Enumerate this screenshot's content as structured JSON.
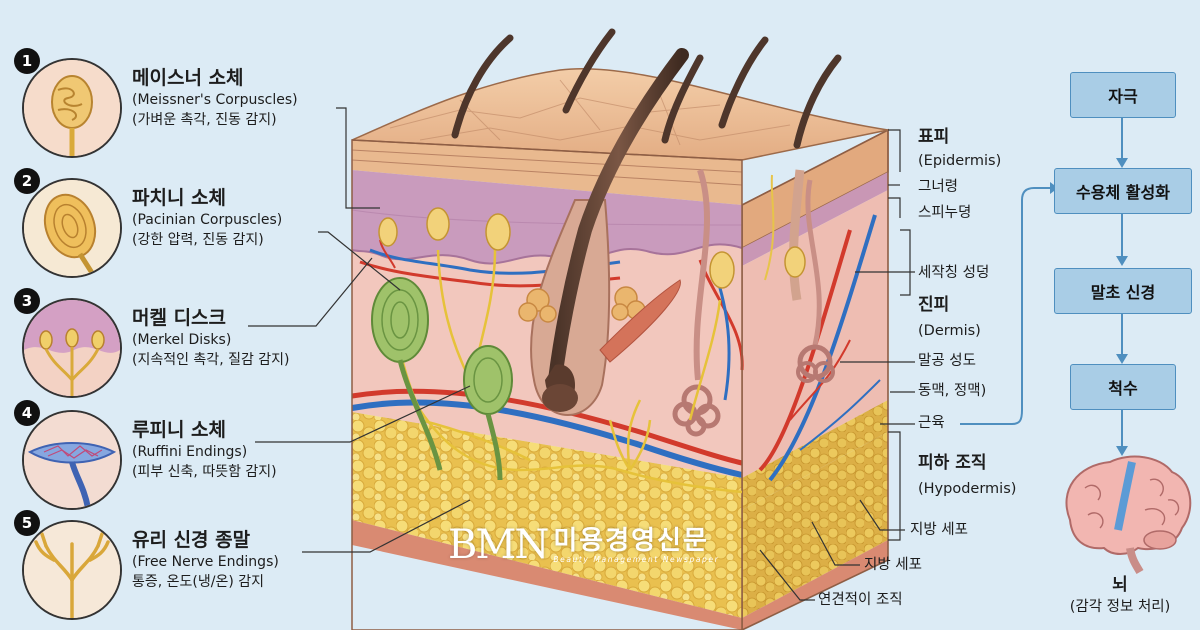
{
  "receptors": [
    {
      "num": "1",
      "title": "메이스너 소체",
      "en": "(Meissner's Corpuscles)",
      "desc": "(가벼운 촉각, 진동 감지)",
      "icon": "meissner-corpuscle-icon"
    },
    {
      "num": "2",
      "title": "파치니 소체",
      "en": "(Pacinian Corpuscles)",
      "desc": "(강한 압력, 진동 감지)",
      "icon": "pacinian-corpuscle-icon"
    },
    {
      "num": "3",
      "title": "머켈 디스크",
      "en": "(Merkel Disks)",
      "desc": "(지속적인 촉각, 질감 감지)",
      "icon": "merkel-disk-icon"
    },
    {
      "num": "4",
      "title": "루피니 소체",
      "en": "(Ruffini Endings)",
      "desc": "(피부 신축, 따뜻함 감지)",
      "icon": "ruffini-ending-icon"
    },
    {
      "num": "5",
      "title": "유리 신경 종말",
      "en": "(Free Nerve Endings)",
      "desc": "통증, 온도(냉/온) 감지",
      "icon": "free-nerve-ending-icon"
    }
  ],
  "layers": {
    "epidermis_kr": "표피",
    "epidermis_en": "(Epidermis)",
    "granular": "그너령",
    "spinous": "스피누뎡",
    "sebaceous": "세작칭 성덩",
    "dermis_kr": "진피",
    "dermis_en": "(Dermis)",
    "sweat": "말공 성도",
    "vessels": "동맥, 정맥)",
    "muscle": "근육",
    "hypodermis_kr": "피하 조직",
    "hypodermis_en": "(Hypodermis)",
    "fat1": "지방 세포",
    "fat2": "지방 세포",
    "connective": "연견적이 조직"
  },
  "flow": {
    "steps": [
      "자극",
      "수용체 활성화",
      "말초 신경",
      "척수"
    ],
    "brain": "뇌",
    "brain_desc": "(감각 정보 처리)"
  },
  "watermark": {
    "logo": "BMN",
    "kr": "미용경영신문",
    "en": "Beauty Management Newspaper"
  },
  "colors": {
    "background": "#dcebf5",
    "flow_box": "#a9cde6",
    "flow_border": "#4f8fbf",
    "epidermis": "#e9b98f",
    "dermis": "#f2c7bd",
    "fat": "#f1d36a",
    "artery": "#d23a2c",
    "vein": "#2f6fc1",
    "nerve": "#e6c23a"
  }
}
